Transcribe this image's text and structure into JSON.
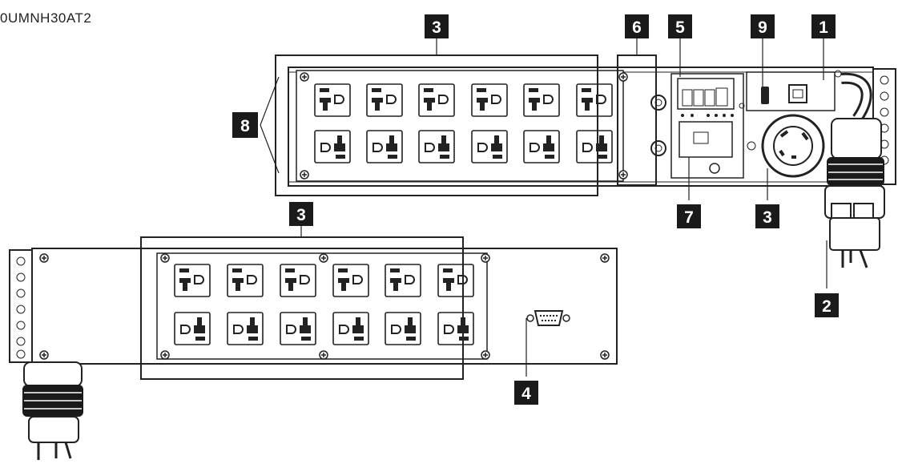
{
  "model_text": "0UMNH30AT2",
  "callouts": {
    "c1": "1",
    "c2": "2",
    "c3_top": "3",
    "c3_mid": "3",
    "c3_bottom": "3",
    "c4": "4",
    "c5": "5",
    "c6": "6",
    "c7": "7",
    "c8": "8",
    "c9": "9"
  }
}
